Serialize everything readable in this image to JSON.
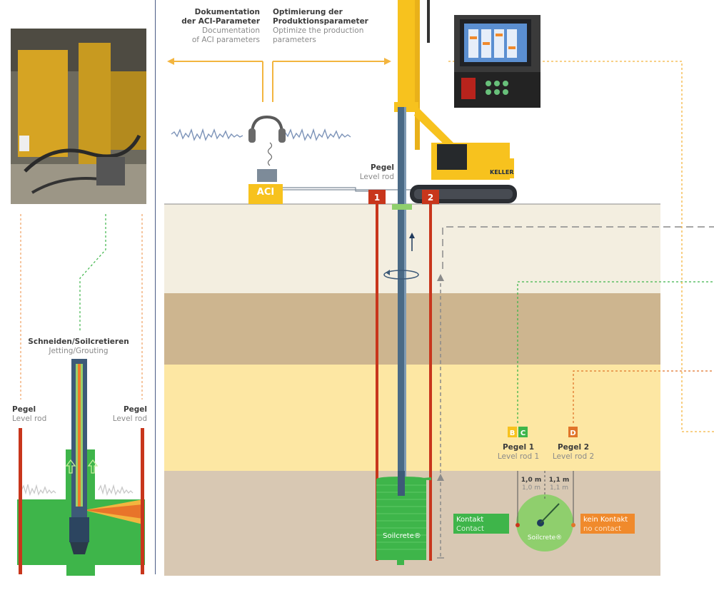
{
  "top_labels": {
    "doc_de": "Dokumentation\nder ACI-Parameter",
    "doc_en": "Documentation\nof ACI parameters",
    "opt_de": "Optimierung der\nProduktionsparameter",
    "opt_en": "Optimize the production\nparameters"
  },
  "aci_label": "ACI",
  "level_rod_top": {
    "de": "Pegel",
    "en": "Level rod"
  },
  "markers": {
    "m1": "1",
    "m2": "2"
  },
  "soilcrete_main": "Soilcrete®",
  "left_panel": {
    "jetting_de": "Schneiden/Soilcretieren",
    "jetting_en": "Jetting/Grouting",
    "rod_left_de": "Pegel",
    "rod_left_en": "Level rod",
    "rod_right_de": "Pegel",
    "rod_right_en": "Level rod"
  },
  "badges": {
    "b": "B",
    "c": "C",
    "d": "D"
  },
  "pegel1": {
    "de": "Pegel 1",
    "en": "Level rod 1"
  },
  "pegel2": {
    "de": "Pegel 2",
    "en": "Level rod 2"
  },
  "dist1": {
    "de": "1,0 m",
    "en": "1,0 m"
  },
  "dist2": {
    "de": "1,1 m",
    "en": "1,1 m"
  },
  "contact": {
    "de": "Kontakt",
    "en": "Contact"
  },
  "no_contact": {
    "de": "kein Kontakt",
    "en": "no contact"
  },
  "soilcrete_small": "Soilcrete®",
  "rig_brand": "KELLER",
  "colors": {
    "soil1": "#f3eee0",
    "soil2": "#cdb58f",
    "soil3": "#fde7a3",
    "soil4": "#d8c8b3",
    "green": "#3eb54a",
    "orange": "#f08a2c",
    "red": "#c8361c",
    "yellow": "#f7c21e"
  }
}
